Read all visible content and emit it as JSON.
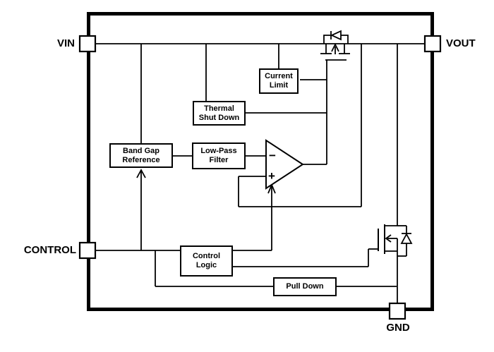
{
  "diagram_type": "ldo-regulator-functional-block-diagram",
  "pins": {
    "vin": {
      "label": "VIN"
    },
    "vout": {
      "label": "VOUT"
    },
    "control": {
      "label": "CONTROL"
    },
    "gnd": {
      "label": "GND"
    }
  },
  "blocks": {
    "current_limit": {
      "line1": "Current",
      "line2": "Limit"
    },
    "thermal_shutdown": {
      "line1": "Thermal",
      "line2": "Shut Down"
    },
    "band_gap_reference": {
      "line1": "Band Gap",
      "line2": "Reference"
    },
    "low_pass_filter": {
      "line1": "Low-Pass",
      "line2": "Filter"
    },
    "control_logic": {
      "line1": "Control",
      "line2": "Logic"
    },
    "pull_down": {
      "line1": "Pull Down"
    }
  },
  "error_amplifier": {
    "inverting_input_label": "−",
    "noninverting_input_label": "+"
  },
  "colors": {
    "line": "#000000",
    "background": "#ffffff"
  }
}
